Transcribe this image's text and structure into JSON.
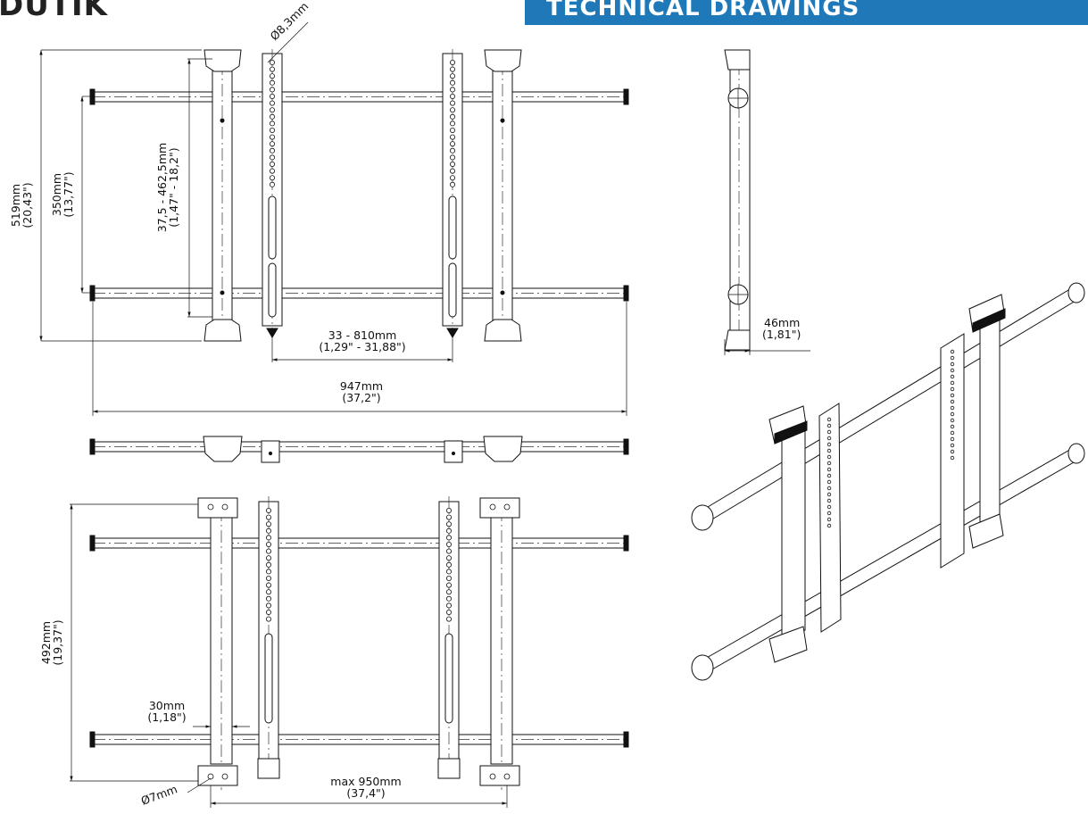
{
  "header": {
    "title": "TECHNICAL DRAWINGS",
    "brand": "DUTIK",
    "accent": "#1f78b8"
  },
  "dimensions": {
    "d_hole": "Ø8,3mm",
    "h519": "519mm",
    "h519_in": "(20,43\")",
    "h350": "350mm",
    "h350_in": "(13,77\")",
    "hadj": "37,5 - 462,5mm",
    "hadj_in": "(1,47\" - 18,2\")",
    "w33": "33 - 810mm",
    "w33_in": "(1,29\" - 31,88\")",
    "w947": "947mm",
    "w947_in": "(37,2\")",
    "d46": "46mm",
    "d46_in": "(1,81\")",
    "h492": "492mm",
    "h492_in": "(19,37\")",
    "w30": "30mm",
    "w30_in": "(1,18\")",
    "d7": "Ø7mm",
    "wmax": "max 950mm",
    "wmax_in": "(37,4\")"
  }
}
